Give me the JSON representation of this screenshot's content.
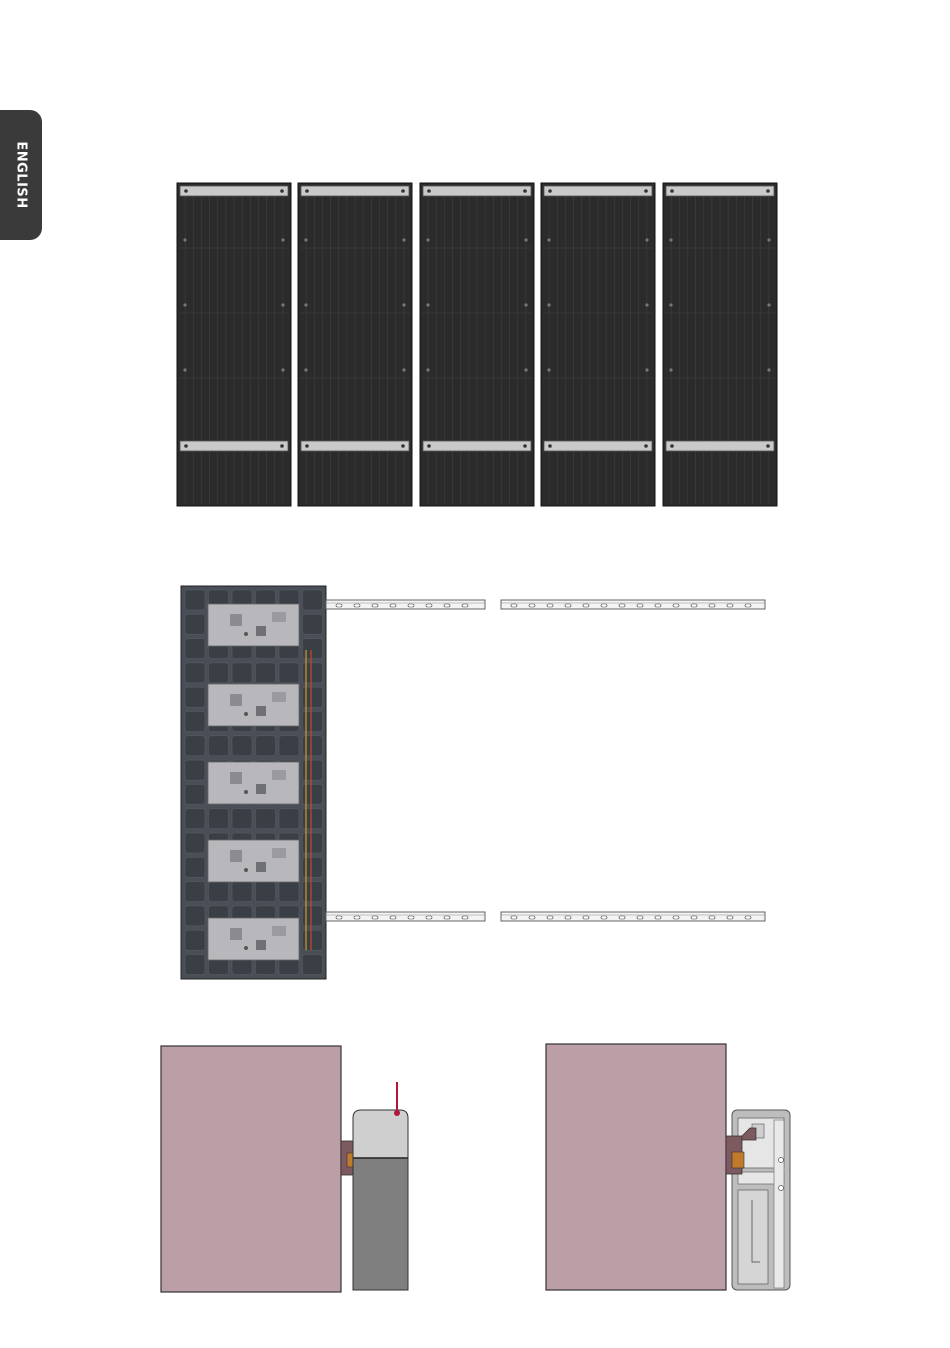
{
  "sidebar": {
    "language_tab": "ENGLISH"
  },
  "figure1": {
    "cabinet_count": 5
  },
  "figure2": {
    "module_count": 5,
    "rail_rows": 2,
    "rail_segments_per_row": 2
  },
  "colors": {
    "tab": "#3a3a3a",
    "cabinet": "#2b2b2b",
    "bracket": "#c9c9c9",
    "module_plate": "#b8b8bc",
    "display_panel": "#bc9ea7",
    "marker_line": "#b0173b",
    "copper": "#c07a2c",
    "profile_grey": "#7f7f7f"
  }
}
